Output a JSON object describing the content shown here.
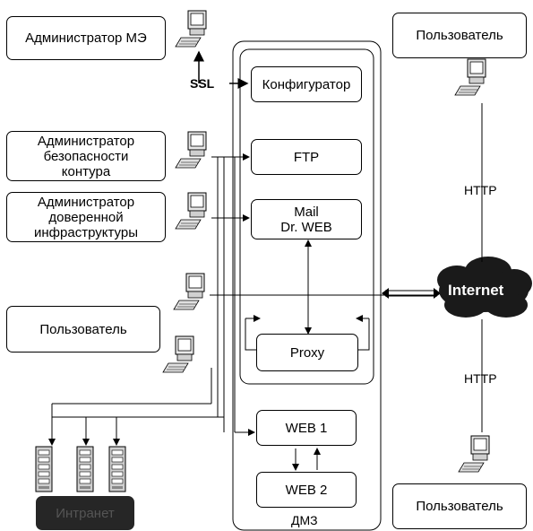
{
  "diagram": {
    "admin_me": "Администратор МЭ",
    "admin_security": "Администратор\nбезопасности\nконтура",
    "admin_trusted": "Администратор\nдоверенной\nинфраструктуры",
    "user_left": "Пользователь",
    "user_top_right": "Пользователь",
    "user_bottom_right": "Пользователь",
    "configurator": "Конфигуратор",
    "ftp": "FTP",
    "mail": "Mail\nDr. WEB",
    "proxy": "Proxy",
    "web1": "WEB 1",
    "web2": "WEB 2",
    "dmz": "ДМЗ",
    "intranet": "Интранет",
    "internet": "Internet",
    "ssl": "SSL",
    "http_top": "HTTP",
    "http_bottom": "HTTP"
  },
  "icons": [
    "computer-icon",
    "server-icon",
    "cloud-icon"
  ]
}
